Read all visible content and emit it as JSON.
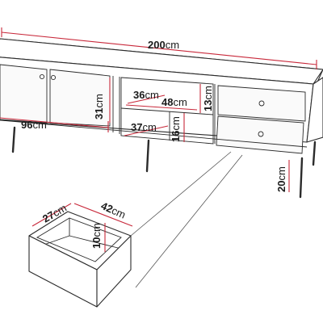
{
  "diagram": {
    "accent_color": "#c8283a",
    "line_color": "#2b2b2b",
    "dimensions": {
      "total_width": {
        "value": "200",
        "unit": "cm"
      },
      "left_section_width": {
        "value": "96",
        "unit": "cm"
      },
      "cabinet_height": {
        "value": "31",
        "unit": "cm"
      },
      "open_shelf_depth": {
        "value": "36",
        "unit": "cm"
      },
      "open_shelf_width": {
        "value": "48",
        "unit": "cm"
      },
      "upper_shelf_height": {
        "value": "13",
        "unit": "cm"
      },
      "lower_shelf_depth": {
        "value": "37",
        "unit": "cm"
      },
      "lower_shelf_height": {
        "value": "16",
        "unit": "cm"
      },
      "leg_height": {
        "value": "20",
        "unit": "cm"
      },
      "drawer_depth": {
        "value": "27",
        "unit": "cm"
      },
      "drawer_width": {
        "value": "42",
        "unit": "cm"
      },
      "drawer_height": {
        "value": "10",
        "unit": "cm"
      }
    }
  }
}
